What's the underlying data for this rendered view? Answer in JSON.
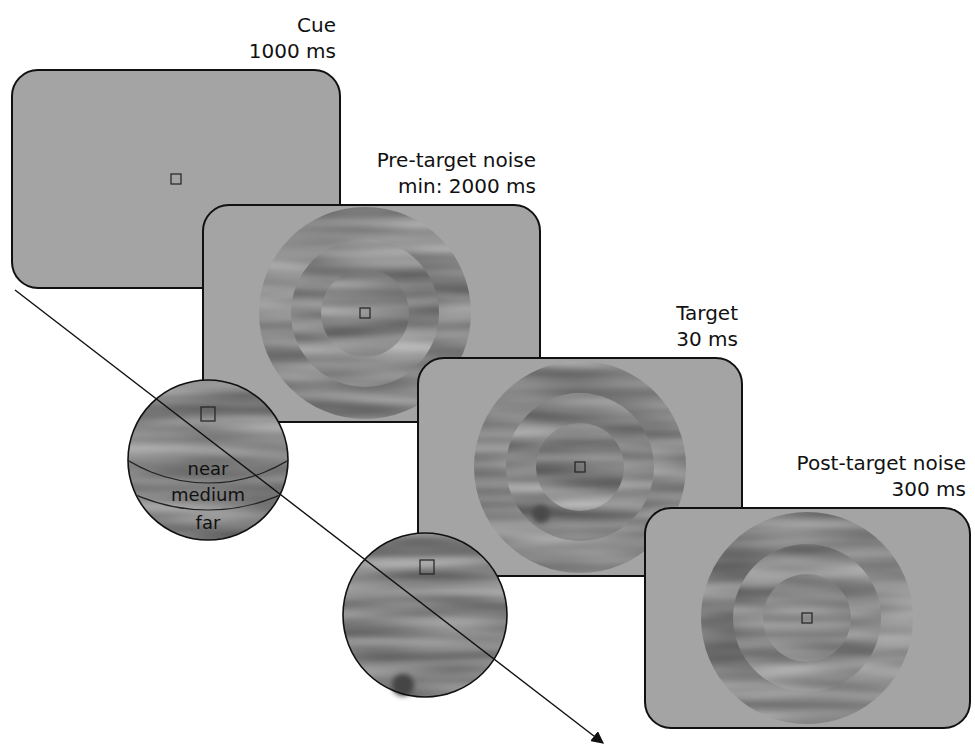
{
  "diagram": {
    "nodes": [
      {
        "text": [
          "Cue",
          "1000 ms"
        ]
      },
      {
        "text": [
          "Pre-target noise",
          "min: 2000 ms"
        ]
      },
      {
        "text": [
          "Target",
          "30 ms"
        ]
      },
      {
        "text": [
          "Post-target noise",
          "300 ms"
        ]
      },
      {
        "text": [
          "near",
          "medium",
          "far"
        ]
      }
    ]
  }
}
